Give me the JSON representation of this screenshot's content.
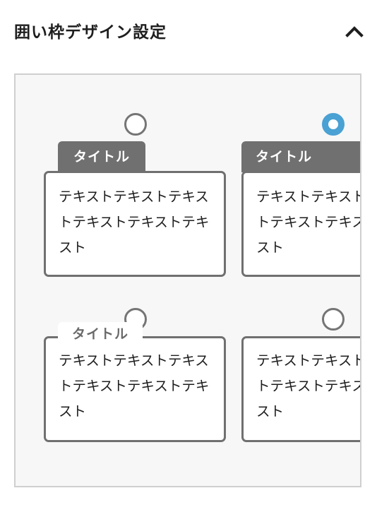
{
  "panel": {
    "title": "囲い枠デザイン設定",
    "toggle_icon": "chevron-up-icon"
  },
  "options": [
    {
      "style": "tab-title",
      "selected": false,
      "title": "タイトル",
      "body": "テキストテキストテキストテキストテキストテキスト"
    },
    {
      "style": "bar-title",
      "selected": true,
      "title": "タイトル",
      "body": "テキストテキストテキストテキストテキストテキスト"
    },
    {
      "style": "floating-title",
      "selected": false,
      "title": "タイトル",
      "body": "テキストテキストテキストテキストテキストテキスト"
    },
    {
      "style": "no-title",
      "selected": false,
      "body": "テキストテキストテキストテキストテキストテキスト"
    }
  ],
  "colors": {
    "frame": "#707070",
    "selected_radio": "#4aa1d3",
    "unselected_radio": "#757575",
    "box_background": "#f7f7f7"
  }
}
